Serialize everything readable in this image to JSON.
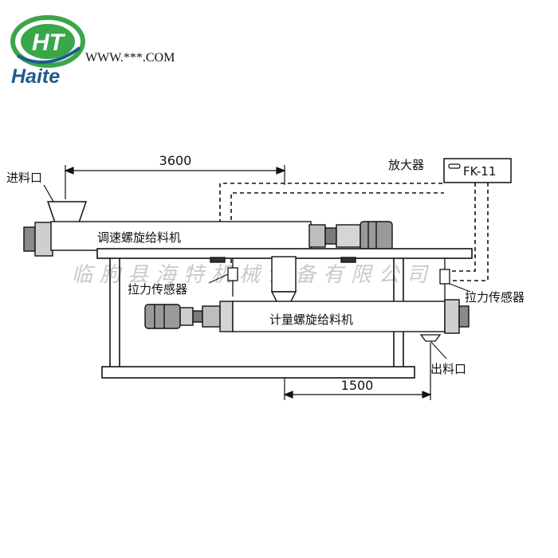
{
  "logo": {
    "initials": "HT",
    "brand": "Haite",
    "website": "WWW.***.COM",
    "colors": {
      "green": "#3aa64a",
      "blue": "#1f5a8c"
    }
  },
  "labels": {
    "inlet": "进料口",
    "amplifier": "放大器",
    "amplifier_model": "FK-11",
    "speed_feeder": "调速螺旋给料机",
    "tension_sensor_left": "拉力传感器",
    "tension_sensor_right": "拉力传感器",
    "metering_feeder": "计量螺旋给料机",
    "outlet": "出料口"
  },
  "dimensions": {
    "top": "3600",
    "bottom": "1500"
  },
  "watermark": "临朐县海特机械设备有限公司"
}
